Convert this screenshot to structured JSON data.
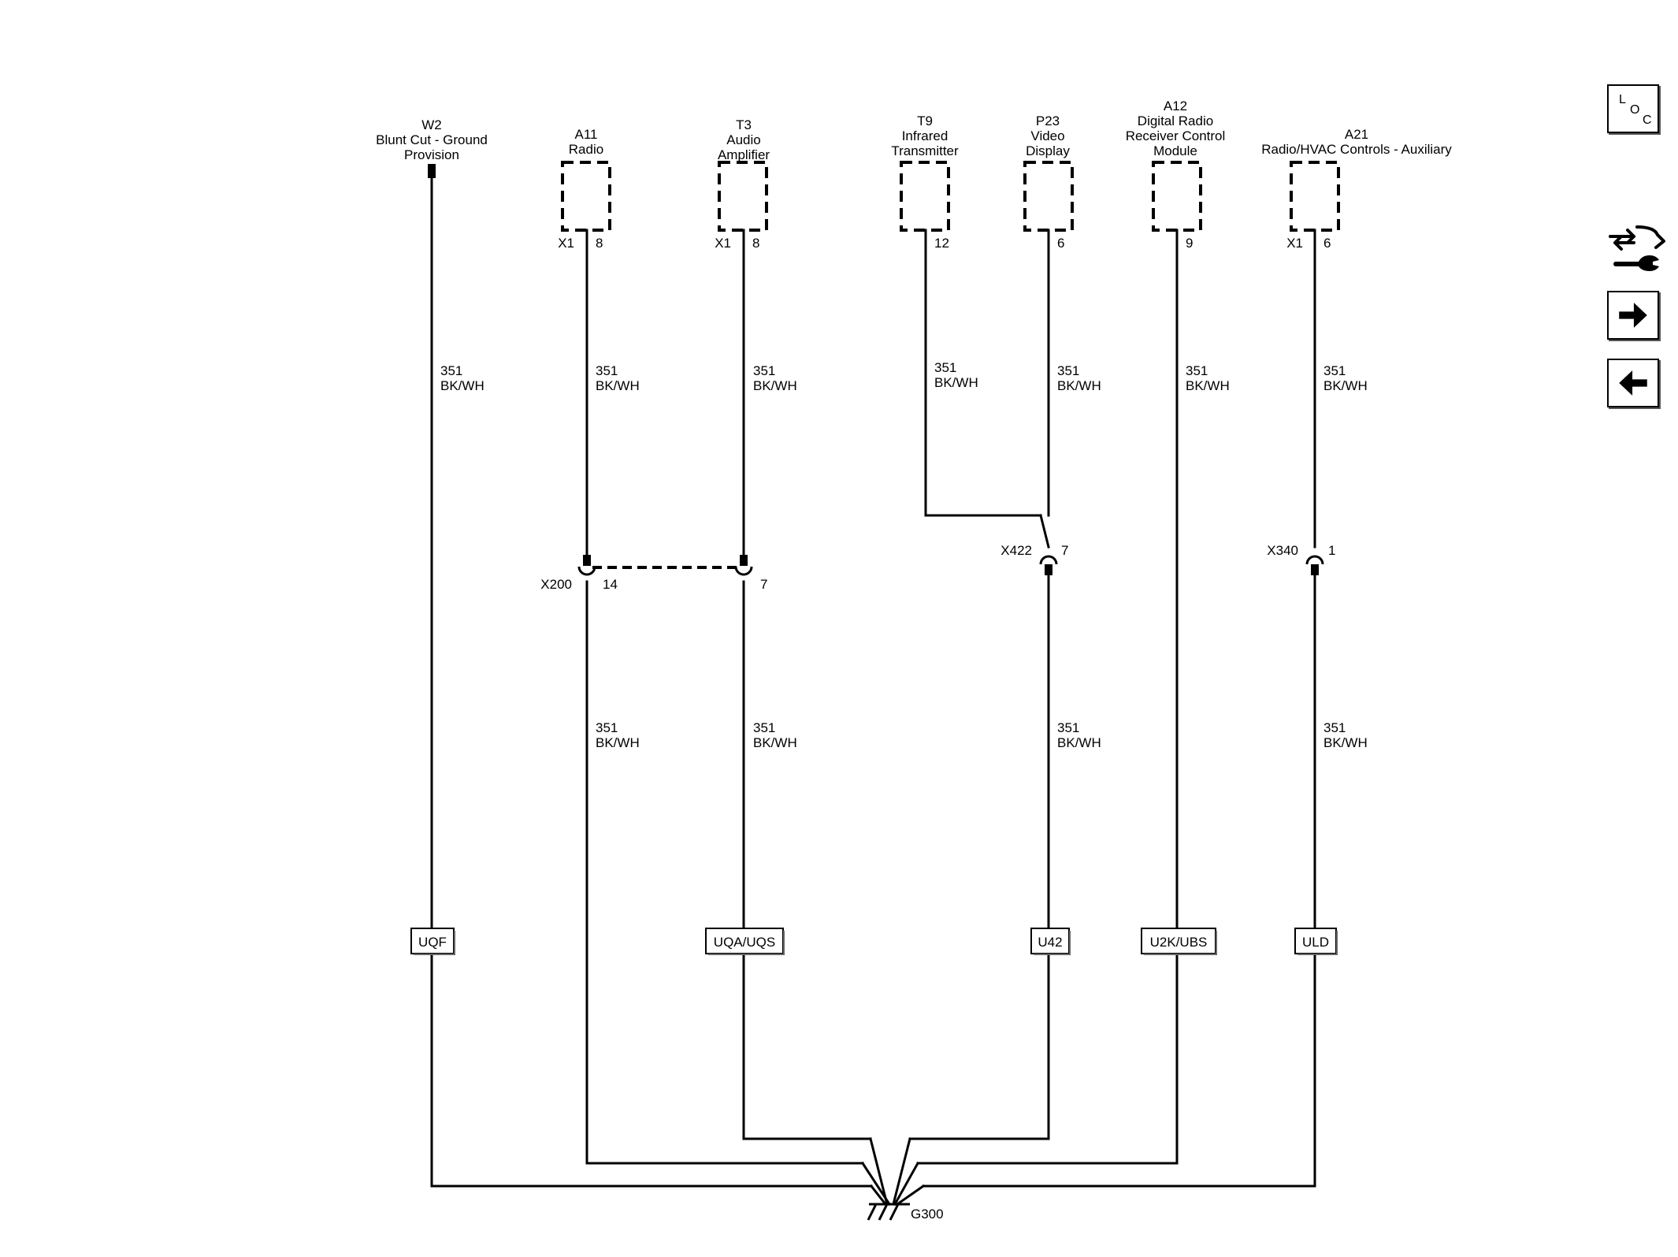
{
  "components": [
    {
      "ref": "W2",
      "name_lines": [
        "Blunt Cut - Ground",
        "Provision"
      ],
      "pin": ""
    },
    {
      "ref": "A11",
      "name_lines": [
        "Radio"
      ],
      "connector": "X1",
      "pin": "8"
    },
    {
      "ref": "T3",
      "name_lines": [
        "Audio",
        "Amplifier"
      ],
      "connector": "X1",
      "pin": "8"
    },
    {
      "ref": "T9",
      "name_lines": [
        "Infrared",
        "Transmitter"
      ],
      "connector": "",
      "pin": "12"
    },
    {
      "ref": "P23",
      "name_lines": [
        "Video",
        "Display"
      ],
      "connector": "",
      "pin": "6"
    },
    {
      "ref": "A12",
      "name_lines": [
        "Digital Radio",
        "Receiver Control",
        "Module"
      ],
      "connector": "",
      "pin": "9"
    },
    {
      "ref": "A21",
      "name_lines": [
        "Radio/HVAC Controls - Auxiliary"
      ],
      "connector": "X1",
      "pin": "6"
    }
  ],
  "wire": {
    "circuit": "351",
    "color": "BK/WH"
  },
  "inline_connectors": [
    {
      "id": "X200",
      "pins": [
        "14",
        "7"
      ]
    },
    {
      "id": "X422",
      "pins": [
        "7"
      ]
    },
    {
      "id": "X340",
      "pins": [
        "1"
      ]
    }
  ],
  "options": [
    "UQF",
    "UQA/UQS",
    "U42",
    "U2K/UBS",
    "ULD"
  ],
  "ground": "G300",
  "nav": {
    "loc": [
      "L",
      "O",
      "C"
    ]
  },
  "icons": {
    "service": "wire-service-icon",
    "next": "arrow-right-icon",
    "prev": "arrow-left-icon"
  }
}
